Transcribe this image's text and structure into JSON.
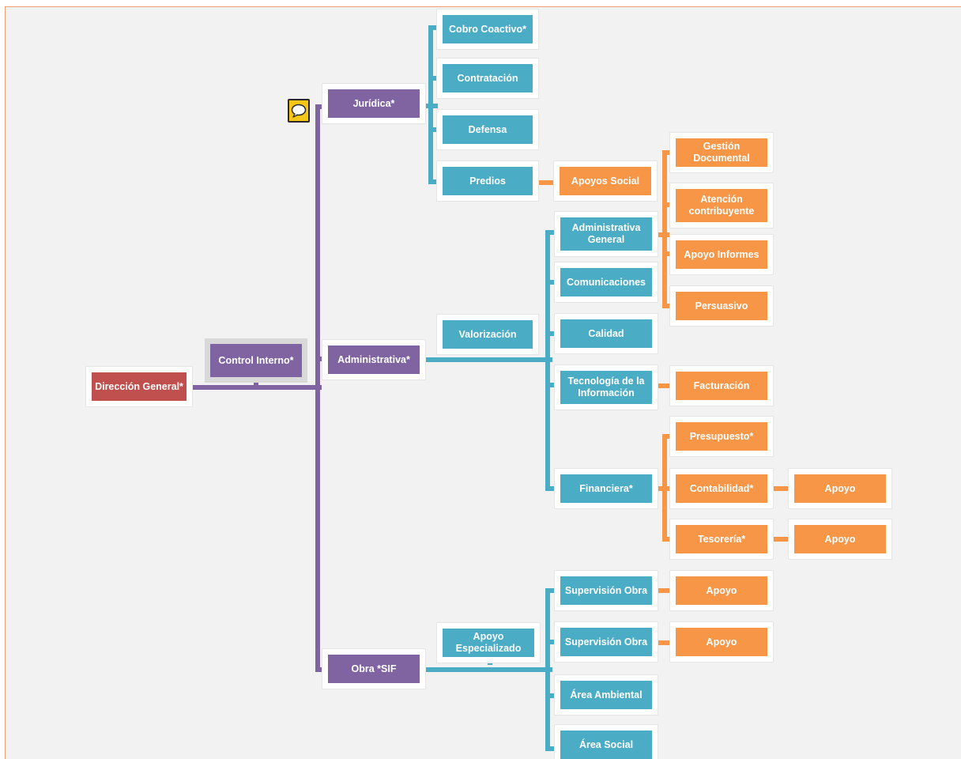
{
  "nodes": {
    "direccion_general": "Dirección General*",
    "control_interno": "Control Interno*",
    "juridica": "Jurídica*",
    "administrativa": "Administrativa*",
    "obra_sif": "Obra *SIF",
    "cobro_coactivo": "Cobro Coactivo*",
    "contratacion": "Contratación",
    "defensa": "Defensa",
    "predios": "Predios",
    "apoyos_social": "Apoyos Social",
    "valorizacion": "Valorización",
    "administrativa_general": "Administrativa General",
    "comunicaciones": "Comunicaciones",
    "calidad": "Calidad",
    "tecnologia_informacion": "Tecnología de la Información",
    "financiera": "Financiera*",
    "gestion_documental": "Gestión Documental",
    "atencion_contribuyente": "Atención contribuyente",
    "apoyo_informes": "Apoyo Informes",
    "persuasivo": "Persuasivo",
    "facturacion": "Facturación",
    "presupuesto": "Presupuesto*",
    "contabilidad": "Contabilidad*",
    "tesoreria": "Tesorería*",
    "apoyo_contabilidad": "Apoyo",
    "apoyo_tesoreria": "Apoyo",
    "apoyo_especializado": "Apoyo Especializado",
    "supervision_obra_1": "Supervisión Obra",
    "supervision_obra_2": "Supervisión Obra",
    "area_ambiental": "Área Ambiental",
    "area_social": "Área Social",
    "apoyo_supervision_1": "Apoyo",
    "apoyo_supervision_2": "Apoyo"
  },
  "colors": {
    "root": "#c0504d",
    "level1": "#8064a2",
    "level2": "#4bacc6",
    "level3": "#f79646",
    "background": "#f2f2f2"
  },
  "icons": {
    "comment": "speech-bubble-icon"
  }
}
